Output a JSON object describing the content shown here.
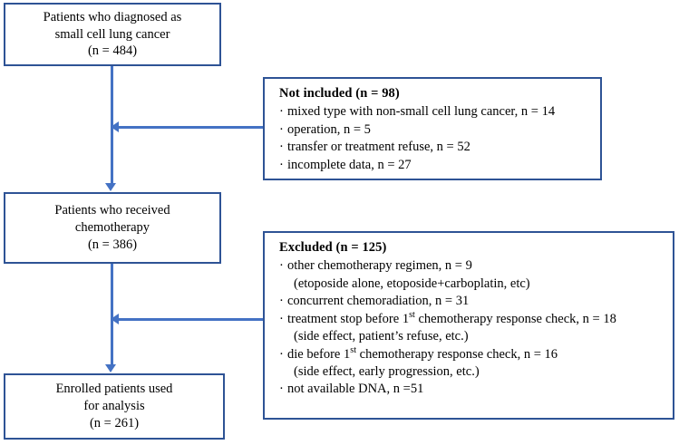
{
  "colors": {
    "box_border": "#2e5395",
    "connector": "#4472c4",
    "background": "#ffffff",
    "text": "#000000"
  },
  "flowchart": {
    "type": "patient-enrollment-flow-diagram",
    "nodes": {
      "diagnosed": {
        "line1": "Patients who diagnosed as",
        "line2": "small cell lung cancer",
        "line3": "(n = 484)",
        "count": 484
      },
      "not_included": {
        "header": "Not included (n = 98)",
        "count": 98,
        "items": [
          "mixed type with non-small cell lung cancer, n = 14",
          "operation, n = 5",
          "transfer or treatment refuse, n = 52",
          "incomplete data, n = 27"
        ]
      },
      "chemotherapy": {
        "line1": "Patients who received",
        "line2": "chemotherapy",
        "line3": "(n = 386)",
        "count": 386
      },
      "excluded": {
        "header": "Excluded  (n = 125)",
        "count": 125,
        "items": [
          {
            "bullet": "other chemotherapy regimen, n = 9",
            "cont": "(etoposide alone, etoposide+carboplatin, etc)"
          },
          {
            "bullet": "concurrent chemoradiation, n = 31",
            "cont": ""
          },
          {
            "bullet_pre": "treatment stop before 1",
            "bullet_sup": "st",
            "bullet_post": " chemotherapy response check, n = 18",
            "cont": "(side effect, patient’s refuse, etc.)"
          },
          {
            "bullet_pre": "die before 1",
            "bullet_sup": "st",
            "bullet_post": " chemotherapy response check, n = 16",
            "cont": "(side effect, early progression, etc.)"
          },
          {
            "bullet": "not available DNA, n =51",
            "cont": ""
          }
        ]
      },
      "enrolled": {
        "line1": "Enrolled patients used",
        "line2": "for analysis",
        "line3": "(n = 261)",
        "count": 261
      }
    },
    "edges": [
      {
        "from": "diagnosed",
        "to": "chemotherapy",
        "direction": "down"
      },
      {
        "from": "not_included",
        "to": "diagnosed-to-chemotherapy-trunk",
        "direction": "left"
      },
      {
        "from": "chemotherapy",
        "to": "enrolled",
        "direction": "down"
      },
      {
        "from": "excluded",
        "to": "chemotherapy-to-enrolled-trunk",
        "direction": "left"
      }
    ]
  }
}
